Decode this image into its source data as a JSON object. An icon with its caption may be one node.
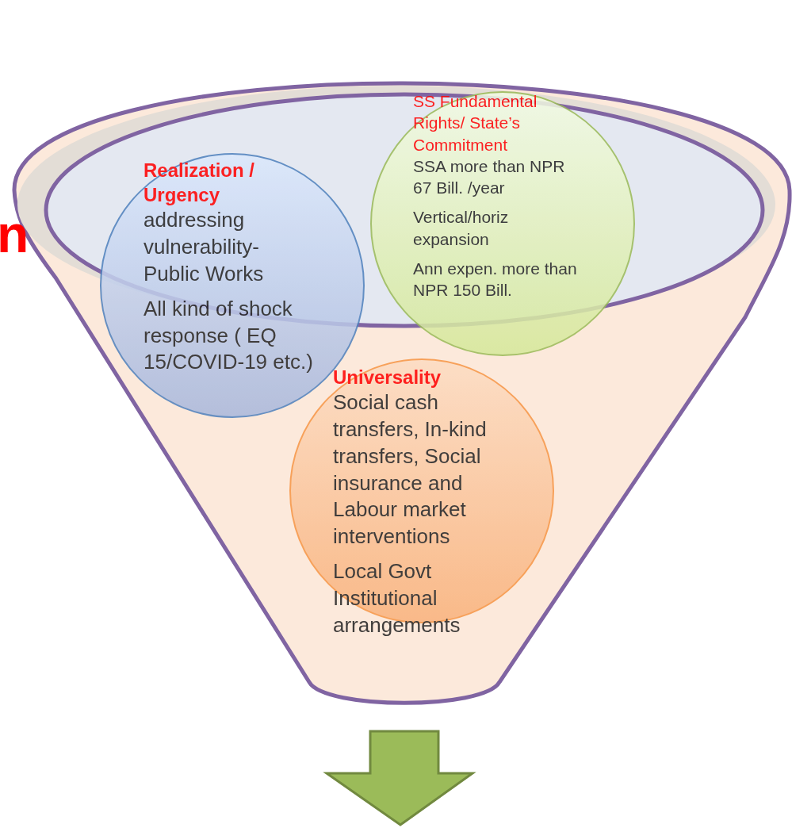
{
  "diagram": {
    "nodes": [
      {
        "text": [],
        "shape": "funnel"
      },
      {
        "text": [
          "Realization / Urgency",
          "addressing vulnerability- Public Works",
          "All kind of shock response ( EQ 15/COVID-19 etc.)"
        ],
        "in": 0
      },
      {
        "text": [
          "SS Fundamental Rights/ State’s Commitment",
          "SSA more than NPR 67 Bill. /year",
          "Vertical/horiz expansion",
          "Ann expen. more than NPR 150 Bill."
        ],
        "in": 0
      },
      {
        "text": [
          "Universality",
          "Social cash transfers, In-kind transfers, Social insurance and Labour market interventions",
          "Local Govt Institutional arrangements"
        ],
        "in": 0
      }
    ],
    "labels": [
      "n"
    ]
  }
}
